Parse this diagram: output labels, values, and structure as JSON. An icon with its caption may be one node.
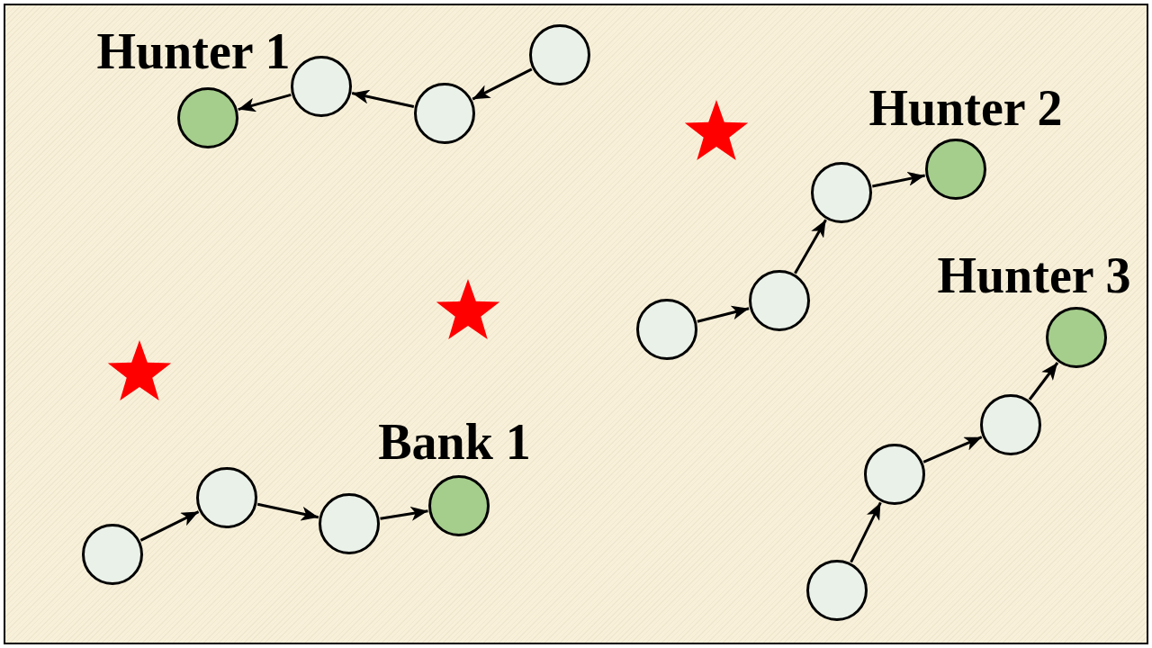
{
  "diagram": {
    "nodes": [
      {
        "text": [],
        "shape": "circle"
      },
      {
        "text": [],
        "shape": "circle"
      },
      {
        "text": [],
        "shape": "circle"
      },
      {
        "text": [],
        "shape": "circle",
        "beside": [
          "Hunter 1"
        ]
      },
      {
        "text": [],
        "shape": "circle"
      },
      {
        "text": [],
        "shape": "circle"
      },
      {
        "text": [],
        "shape": "circle"
      },
      {
        "text": [],
        "shape": "circle",
        "beside": [
          "Hunter 2"
        ]
      },
      {
        "text": [],
        "shape": "circle"
      },
      {
        "text": [],
        "shape": "circle"
      },
      {
        "text": [],
        "shape": "circle"
      },
      {
        "text": [],
        "shape": "circle",
        "beside": [
          "Hunter 3"
        ]
      },
      {
        "text": [],
        "shape": "circle"
      },
      {
        "text": [],
        "shape": "circle"
      },
      {
        "text": [],
        "shape": "circle"
      },
      {
        "text": [],
        "shape": "circle",
        "beside": [
          "Bank 1"
        ]
      }
    ],
    "edges": [
      {
        "from": 0,
        "to": 1,
        "arrow": "to"
      },
      {
        "from": 1,
        "to": 2,
        "arrow": "to"
      },
      {
        "from": 2,
        "to": 3,
        "arrow": "to"
      },
      {
        "from": 4,
        "to": 5,
        "arrow": "to"
      },
      {
        "from": 5,
        "to": 6,
        "arrow": "to"
      },
      {
        "from": 6,
        "to": 7,
        "arrow": "to"
      },
      {
        "from": 8,
        "to": 9,
        "arrow": "to"
      },
      {
        "from": 9,
        "to": 10,
        "arrow": "to"
      },
      {
        "from": 10,
        "to": 11,
        "arrow": "to"
      },
      {
        "from": 12,
        "to": 13,
        "arrow": "to"
      },
      {
        "from": 13,
        "to": 14,
        "arrow": "to"
      },
      {
        "from": 14,
        "to": 15,
        "arrow": "to"
      }
    ]
  }
}
